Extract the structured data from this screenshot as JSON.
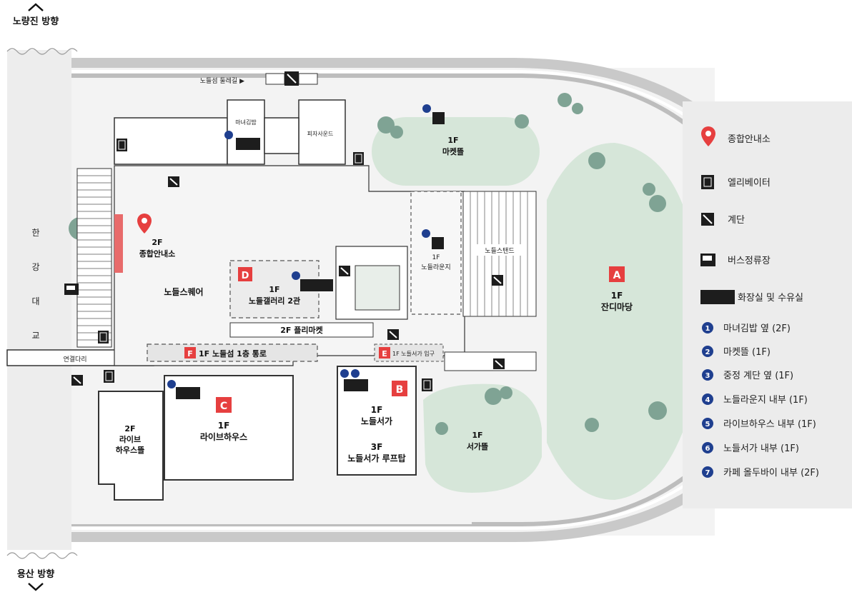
{
  "directions": {
    "north": "노량진 방향",
    "south": "용산 방향"
  },
  "bridge": {
    "name_chars": [
      "한",
      "강",
      "대",
      "교"
    ],
    "connector": "연결다리"
  },
  "walkway_label": "노들섬 둘레길 ▶",
  "zones": {
    "A": {
      "letter": "A",
      "floor": "1F",
      "name": "잔디마당"
    },
    "B": {
      "letter": "B",
      "line1": "1F",
      "line2": "노들서가",
      "line3": "3F",
      "line4": "노들서가 루프탑"
    },
    "C": {
      "letter": "C",
      "floor": "1F",
      "name": "라이브하우스"
    },
    "D": {
      "letter": "D",
      "floor": "1F",
      "name": "노들갤러리 2관"
    },
    "E": {
      "letter": "E",
      "name": "1F 노들서가 입구"
    },
    "F": {
      "letter": "F",
      "name": "1F 노들섬 1층 통로"
    }
  },
  "labels": {
    "info_center_floor": "2F",
    "info_center": "종합안내소",
    "square": "노들스퀘어",
    "flea_market": "2F 플리마켓",
    "market_floor": "1F",
    "market": "마켓뜰",
    "seogatteul_floor": "1F",
    "seogatteul": "서가뜰",
    "lounge_floor": "1F",
    "lounge": "노들라운지",
    "stand": "노들스탠드",
    "livehouse_garden_floor": "2F",
    "livehouse_garden_l1": "라이브",
    "livehouse_garden_l2": "하우스뜰",
    "kimbap": "마녀김밥",
    "pizza": "피자사운드"
  },
  "legend": {
    "symbols": [
      {
        "icon": "pin-icon",
        "label": "종합안내소"
      },
      {
        "icon": "elevator-icon",
        "label": "엘리베이터"
      },
      {
        "icon": "stairs-icon",
        "label": "계단"
      },
      {
        "icon": "bus-stop-icon",
        "label": "버스정류장"
      },
      {
        "icon": "restroom-icon",
        "label": "화장실 및 수유실"
      }
    ],
    "restrooms": [
      {
        "num": "1",
        "label": "마녀김밥 옆 (2F)"
      },
      {
        "num": "2",
        "label": "마켓뜰 (1F)"
      },
      {
        "num": "3",
        "label": "중정 계단 옆 (1F)"
      },
      {
        "num": "4",
        "label": "노들라운지 내부 (1F)"
      },
      {
        "num": "5",
        "label": "라이브하우스 내부 (1F)"
      },
      {
        "num": "6",
        "label": "노들서가 내부 (1F)"
      },
      {
        "num": "7",
        "label": "카페 올두바이 내부 (2F)"
      }
    ]
  },
  "colors": {
    "zone_red": "#e63f3f",
    "green": "#d6e6d9",
    "dark_green": "#7fa394",
    "marker_blue": "#1f3f8f",
    "path_gray": "#ececec",
    "legend_bg": "#ececec"
  }
}
